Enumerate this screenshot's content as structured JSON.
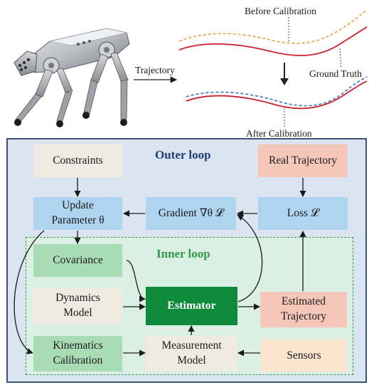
{
  "top": {
    "trajectory_label": "Trajectory",
    "before_label": "Before Calibration",
    "ground_truth_label": "Ground Truth",
    "after_label": "After Calibration"
  },
  "outer_loop_title": "Outer loop",
  "inner_loop_title": "Inner loop",
  "boxes": {
    "constraints": "Constraints",
    "real_trajectory": "Real Trajectory",
    "update_line1": "Update",
    "update_line2": "Parameter θ",
    "gradient": "Gradient ∇θ 𝓛",
    "loss": "Loss  𝓛",
    "covariance": "Covariance",
    "dynamics_line1": "Dynamics",
    "dynamics_line2": "Model",
    "estimator": "Estimator",
    "estimated_line1": "Estimated",
    "estimated_line2": "Trajectory",
    "kinematics_line1": "Kinematics",
    "kinematics_line2": "Calibration",
    "measurement_line1": "Measurement",
    "measurement_line2": "Model",
    "sensors": "Sensors"
  },
  "colors": {
    "outer_bg": "#dbe5f2",
    "outer_border": "#3b5478",
    "inner_bg": "#dcefe4",
    "inner_border": "#2f9a4e",
    "estimator": "#0d8a3a",
    "ground_truth_curve": "#d01f2b",
    "before_curve": "#e8a13a",
    "after_curve": "#3a6fb8"
  },
  "icons": [
    "quadruped-robot-icon"
  ]
}
